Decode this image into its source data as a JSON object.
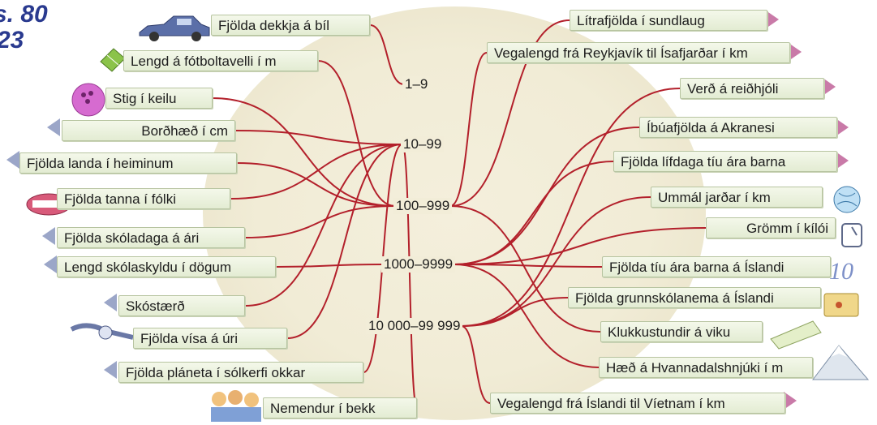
{
  "corner_text": {
    "line1": "s. 80",
    "line2": "23"
  },
  "ranges": [
    "1–9",
    "10–99",
    "100–999",
    "1000–9999",
    "10 000–99 999"
  ],
  "left_labels": [
    "Fjölda dekkja á bíl",
    "Lengd á fótboltavelli í m",
    "Stig í keilu",
    "Borðhæð í cm",
    "Fjölda landa í heiminum",
    "Fjölda tanna í fólki",
    "Fjölda skóladaga á ári",
    "Lengd skólaskyldu í dögum",
    "Skóstærð",
    "Fjölda vísa á úri",
    "Fjölda pláneta í sólkerfi okkar",
    "Nemendur í bekk"
  ],
  "right_labels": [
    "Lítrafjölda í sundlaug",
    "Vegalengd frá Reykjavík til Ísafjarðar í km",
    "Verð á reiðhjóli",
    "Íbúafjölda á Akranesi",
    "Fjölda lífdaga tíu ára barna",
    "Ummál jarðar í km",
    "Grömm í kílói",
    "Fjölda tíu ára barna á Íslandi",
    "Fjölda grunnskólanema á Íslandi",
    "Klukkustundir á viku",
    "Hæð á Hvannadalshnjúki í m",
    "Vegalengd frá Íslandi til Víetnam í km"
  ],
  "links": [
    {
      "label": "left.0",
      "range": 0
    },
    {
      "label": "left.1",
      "range": 2
    },
    {
      "label": "left.2",
      "range": 2
    },
    {
      "label": "left.3",
      "range": 1
    },
    {
      "label": "left.4",
      "range": 2
    },
    {
      "label": "left.5",
      "range": 1
    },
    {
      "label": "left.6",
      "range": 2
    },
    {
      "label": "left.7",
      "range": 3
    },
    {
      "label": "left.8",
      "range": 1
    },
    {
      "label": "left.9",
      "range": 1
    },
    {
      "label": "left.10",
      "range": 1
    },
    {
      "label": "left.11",
      "range": 1
    },
    {
      "label": "right.0",
      "range": 2
    },
    {
      "label": "right.1",
      "range": 2
    },
    {
      "label": "right.2",
      "range": 4
    },
    {
      "label": "right.3",
      "range": 3
    },
    {
      "label": "right.4",
      "range": 3
    },
    {
      "label": "right.5",
      "range": 4
    },
    {
      "label": "right.6",
      "range": 3
    },
    {
      "label": "right.7",
      "range": 3
    },
    {
      "label": "right.8",
      "range": 4
    },
    {
      "label": "right.9",
      "range": 2
    },
    {
      "label": "right.10",
      "range": 3
    },
    {
      "label": "right.11",
      "range": 4
    }
  ],
  "colors": {
    "line": "#b3202b",
    "corner_text": "#2a3a8f",
    "tag_fill": "#e8f0da",
    "tag_border": "#b7c4a0"
  },
  "icons": [
    "car-icon",
    "football-field-icon",
    "bowling-ball-icon",
    "pencil-icon",
    "globe-icon",
    "teeth-icon",
    "shoe-icon",
    "watch-icon",
    "planet-icon",
    "children-icon",
    "bicycle-icon",
    "earth-icon",
    "scale-icon",
    "number-icon",
    "map-icon",
    "schedule-icon",
    "mountain-icon"
  ]
}
